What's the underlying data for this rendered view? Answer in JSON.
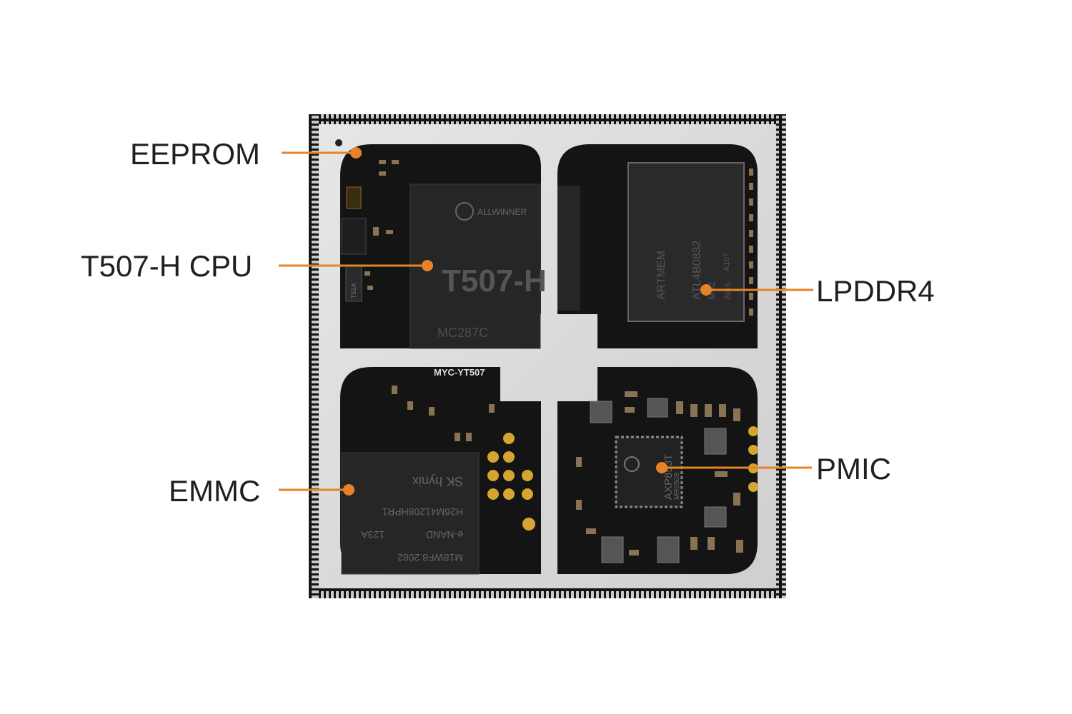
{
  "labels": {
    "eeprom": "EEPROM",
    "cpu": "T507-H CPU",
    "lpddr4": "LPDDR4",
    "emmc": "EMMC",
    "pmic": "PMIC"
  },
  "board_text": {
    "board_model": "MYC-YT507",
    "cpu_brand": "ALLWINNER",
    "cpu_model": "T507-H",
    "cpu_code": "MC287C",
    "ram_brand": "ARTMEM",
    "ram_part": "ATL4B0832",
    "ram_code1": "A107",
    "ram_code2": "M62",
    "ram_code3": "2015",
    "emmc_line1": "M18WF8.2082",
    "emmc_line2": "e-NAND",
    "emmc_line3": "123A",
    "emmc_line4": "H26M41208HPR1",
    "emmc_line5": "SK hynix",
    "pmic_part": "AXP853T",
    "pmic_code": "MR0508",
    "xtal_mark": "T51A"
  },
  "colors": {
    "accent": "#e8822a",
    "label": "#231f20",
    "shield": "#d9d9d9",
    "pcb": "#141414",
    "chip": "#1f1f1f"
  }
}
